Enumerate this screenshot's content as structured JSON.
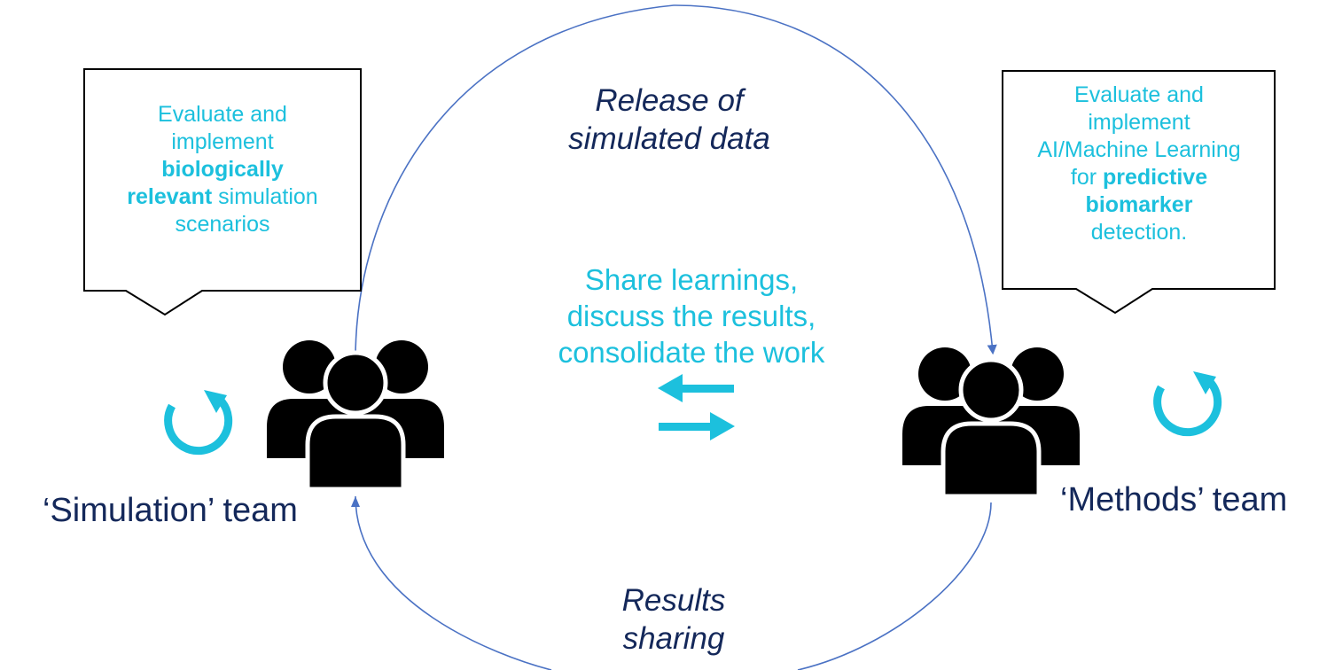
{
  "flow": {
    "release_line1": "Release of",
    "release_line2": "simulated data",
    "results_line1": "Results",
    "results_line2": "sharing"
  },
  "center": {
    "line1": "Share learnings,",
    "line2": "discuss the results,",
    "line3": "consolidate the work",
    "exchange_icon": "bidirectional-arrows-icon"
  },
  "simulation_team": {
    "label": "‘Simulation’ team",
    "icon": "group-of-people-icon",
    "cycle_icon": "refresh-cycle-icon",
    "callout": {
      "line1": "Evaluate and",
      "line2": "implement",
      "line3_bold": "biologically",
      "line4_bold": "relevant",
      "line4_rest": " simulation",
      "line5": "scenarios"
    }
  },
  "methods_team": {
    "label": "‘Methods’ team",
    "icon": "group-of-people-icon",
    "cycle_icon": "refresh-cycle-icon",
    "callout": {
      "line1": "Evaluate and",
      "line2": "implement",
      "line3": "AI/Machine Learning",
      "line4_pre": "for ",
      "line4_bold": "predictive",
      "line5_bold": "biomarker",
      "line6": "detection."
    }
  },
  "colors": {
    "accent_cyan": "#1cc0dd",
    "navy_text": "#14285a",
    "connector_blue": "#4b72c4",
    "icon_black": "#000000"
  }
}
